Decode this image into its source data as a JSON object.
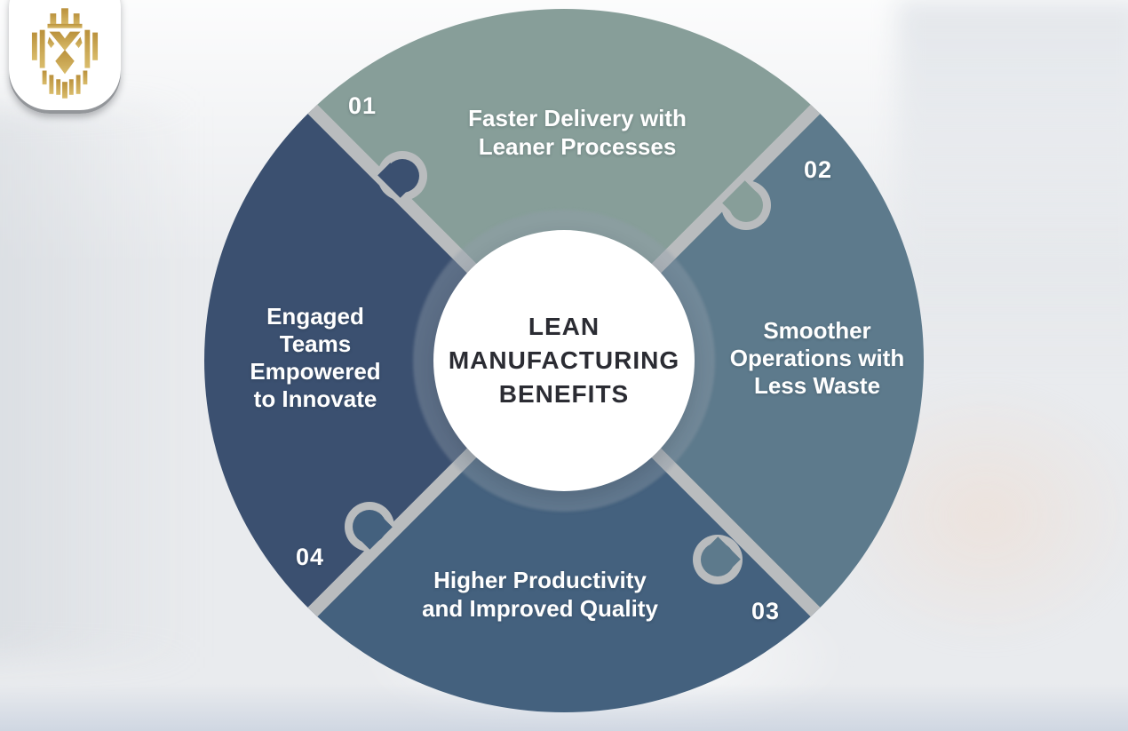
{
  "title": {
    "lines": [
      "LEAN",
      "MANUFACTURING",
      "BENEFITS"
    ]
  },
  "segments": [
    {
      "number": "01",
      "position": "top",
      "color": "#879E99",
      "label": "Faster Delivery with Leaner Processes",
      "label_lines": [
        "Faster Delivery with",
        "Leaner Processes"
      ]
    },
    {
      "number": "02",
      "position": "right",
      "color": "#5D7A8C",
      "label": "Smoother Operations with Less Waste",
      "label_lines": [
        "Smoother",
        "Operations with",
        "Less Waste"
      ]
    },
    {
      "number": "03",
      "position": "bottom",
      "color": "#44617E",
      "label": "Higher Productivity and Improved Quality",
      "label_lines": [
        "Higher Productivity",
        "and Improved Quality"
      ]
    },
    {
      "number": "04",
      "position": "left",
      "color": "#3B5070",
      "label": "Engaged Teams Empowered to Innovate",
      "label_lines": [
        "Engaged",
        "Teams",
        "Empowered",
        "to Innovate"
      ]
    }
  ],
  "logo": {
    "icon": "gold-lion-crest-icon"
  },
  "colors": {
    "seam": "#B9BCBE",
    "center_bg": "#FFFFFF",
    "center_text": "#2B2C33",
    "label_text": "#FFFFFF",
    "background": "#E9EBEE",
    "logo_gold": "#C39F4C"
  }
}
